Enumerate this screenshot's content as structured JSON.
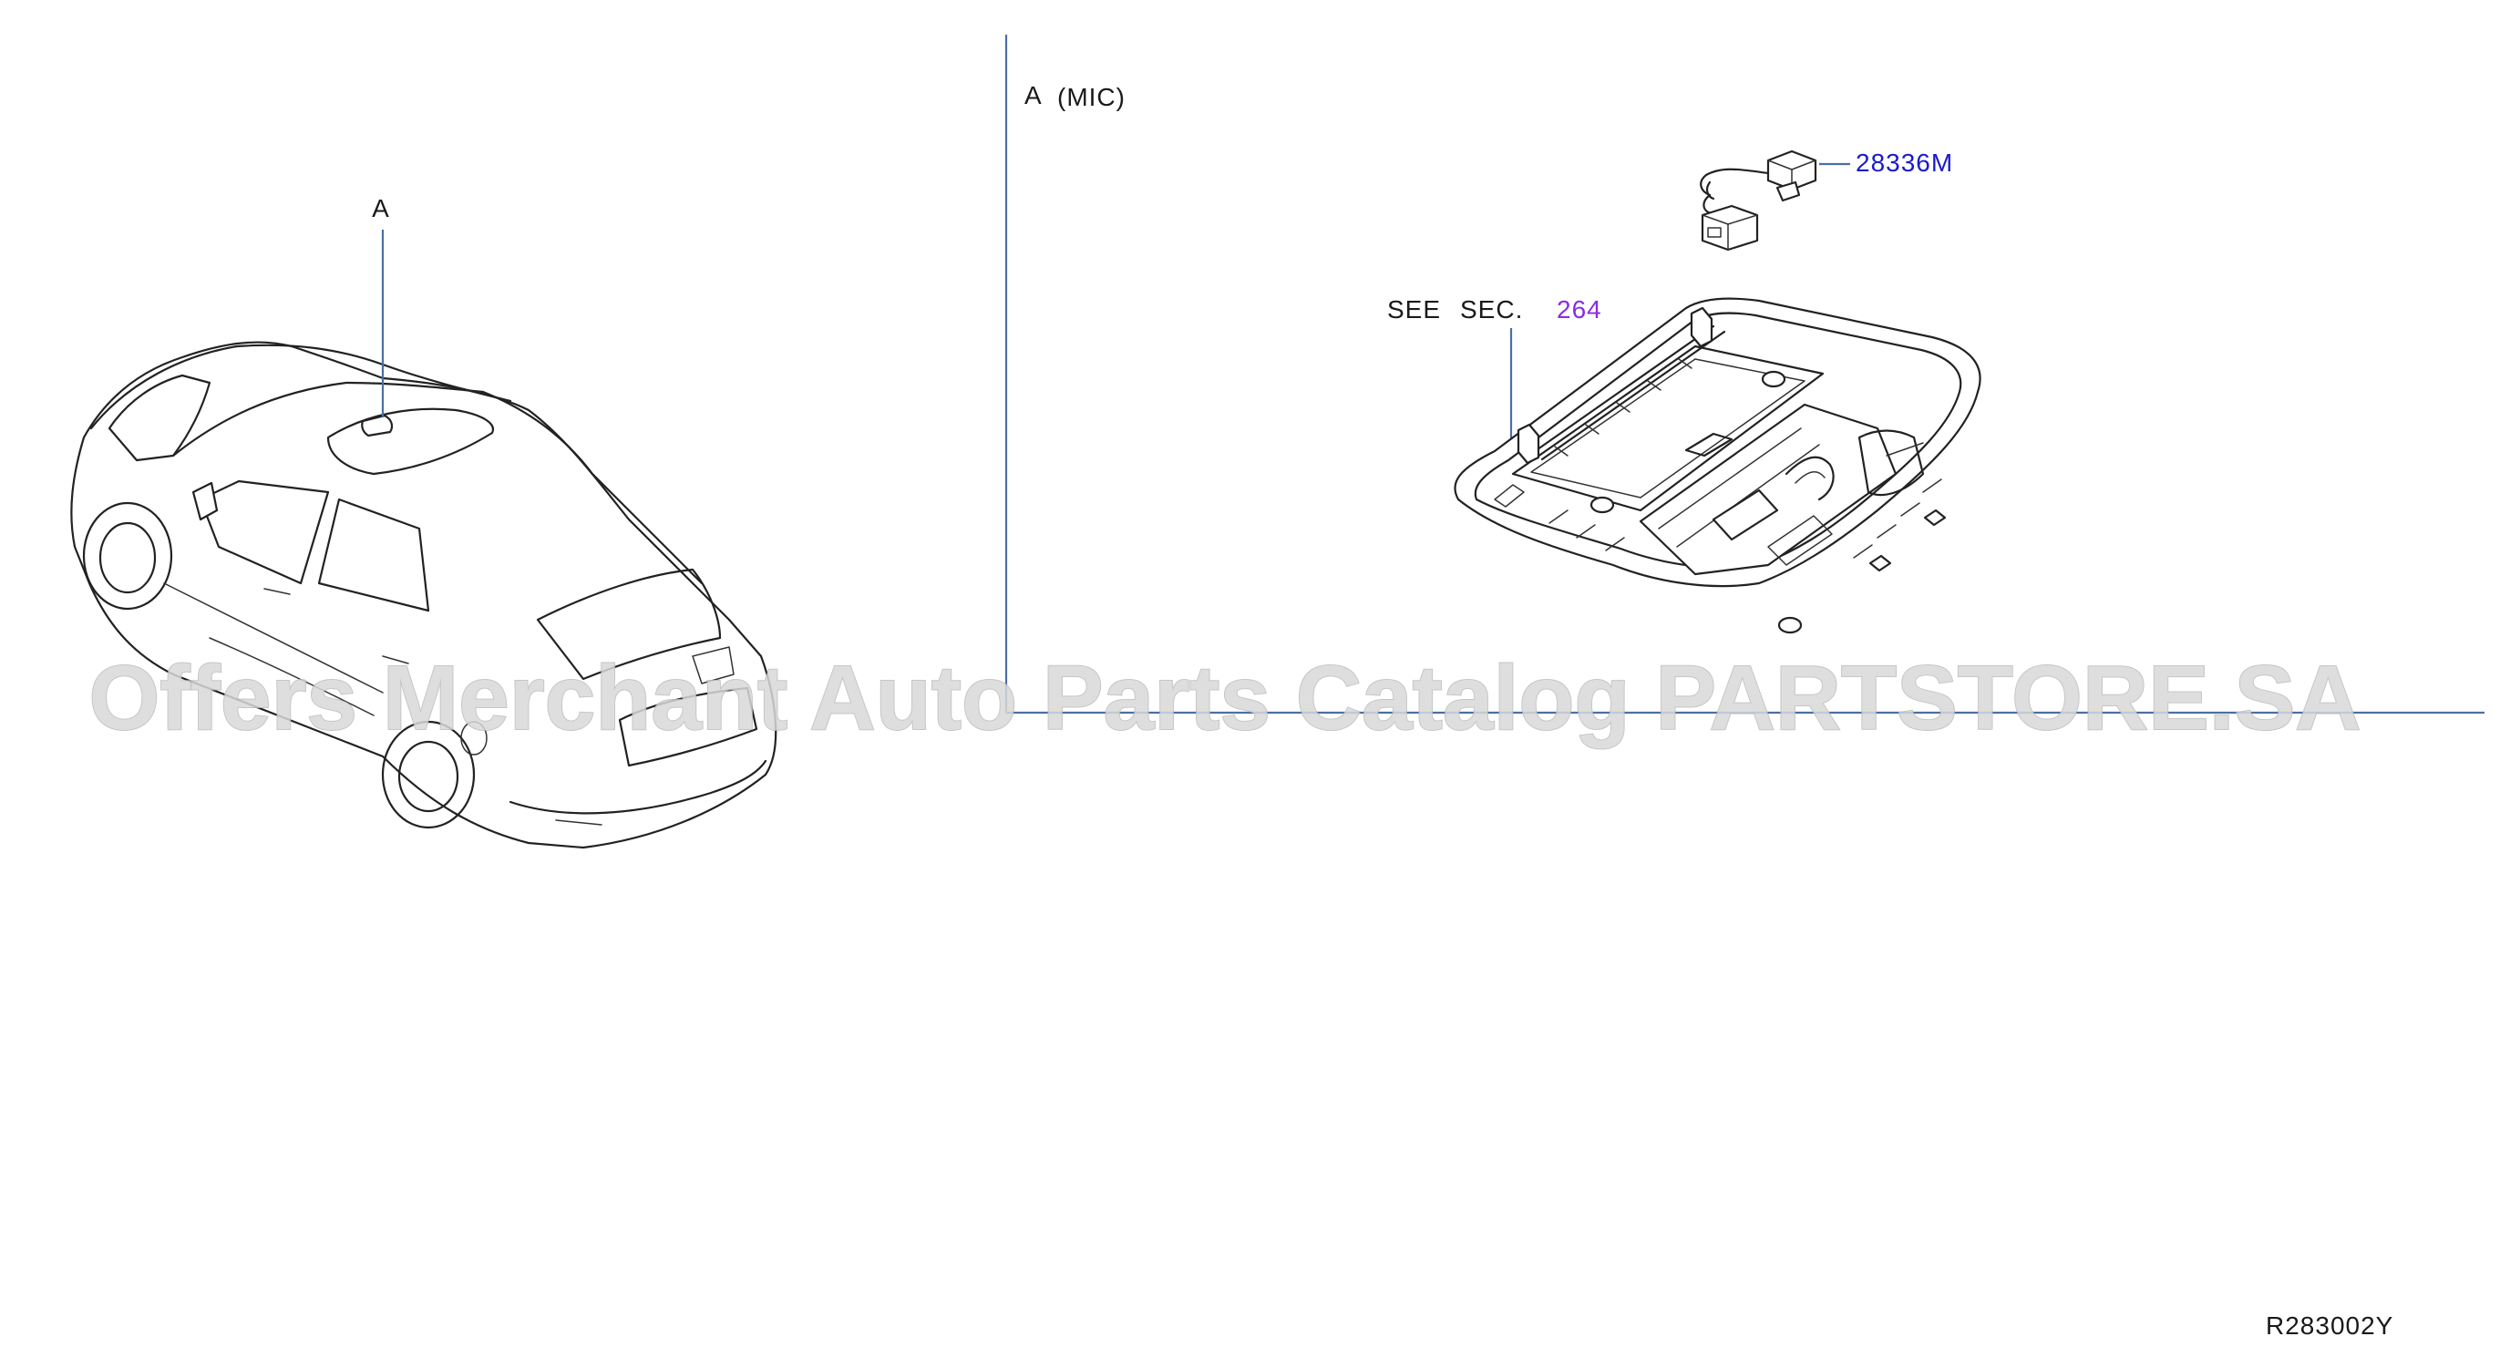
{
  "view_a": {
    "callout_label": "A"
  },
  "detail_a": {
    "label_letter": "A",
    "label_title": "(MIC)"
  },
  "part_callout": {
    "part_number": "28336M",
    "color": "#1a1acc"
  },
  "section_ref": {
    "see": "SEE",
    "sec": "SEC.",
    "number": "264",
    "number_color": "#8a2be2"
  },
  "diagram_code": "R283002Y",
  "watermark": {
    "text": "Offers Merchant Auto Parts Catalog PARTSTORE.SA"
  },
  "colors": {
    "leader_lines": "#4a6fa5",
    "outline": "#222222"
  },
  "icons": {
    "vehicle": "suv-outline-icon",
    "microphone": "microphone-icon",
    "console": "overhead-console-icon"
  }
}
